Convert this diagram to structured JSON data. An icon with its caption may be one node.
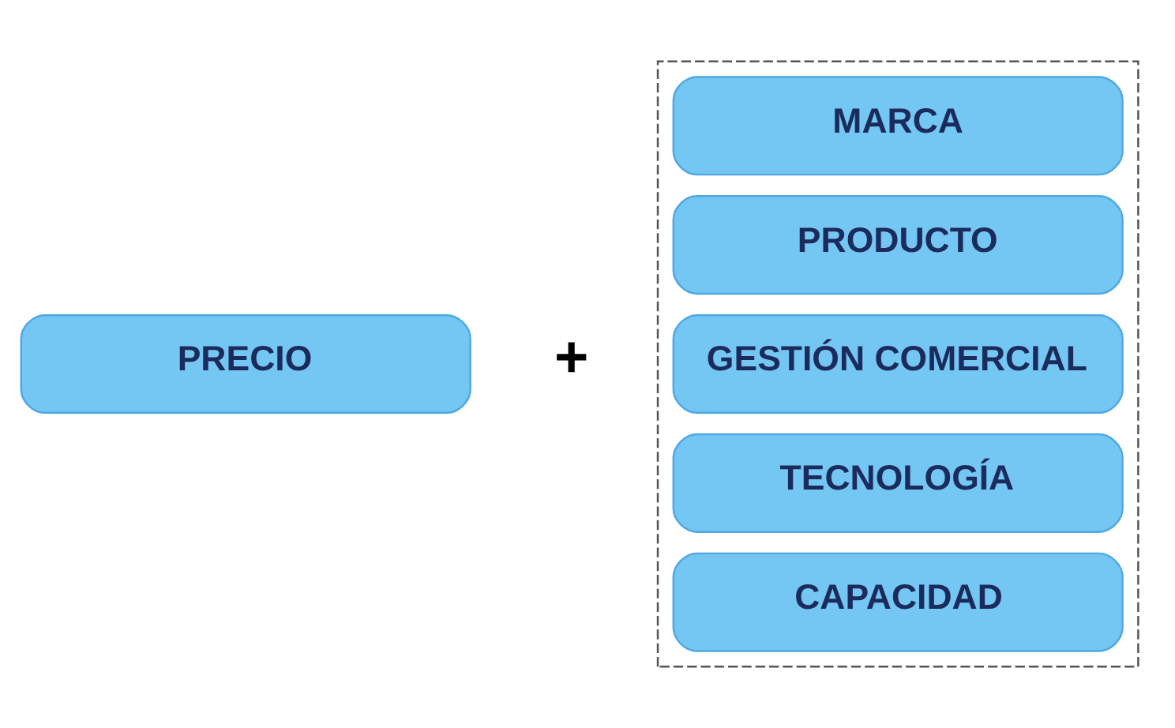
{
  "diagram": {
    "nodes": [
      {
        "text": [
          "PRECIO"
        ]
      },
      {
        "text": [],
        "shape": "box"
      },
      {
        "text": [
          "MARCA"
        ],
        "in": 1
      },
      {
        "text": [
          "PRODUCTO"
        ],
        "in": 1
      },
      {
        "text": [
          "GESTIÓN COMERCIAL"
        ],
        "in": 1
      },
      {
        "text": [
          "TECNOLOGÍA"
        ],
        "in": 1
      },
      {
        "text": [
          "CAPACIDAD"
        ],
        "in": 1
      }
    ],
    "labels": [
      "+"
    ]
  }
}
